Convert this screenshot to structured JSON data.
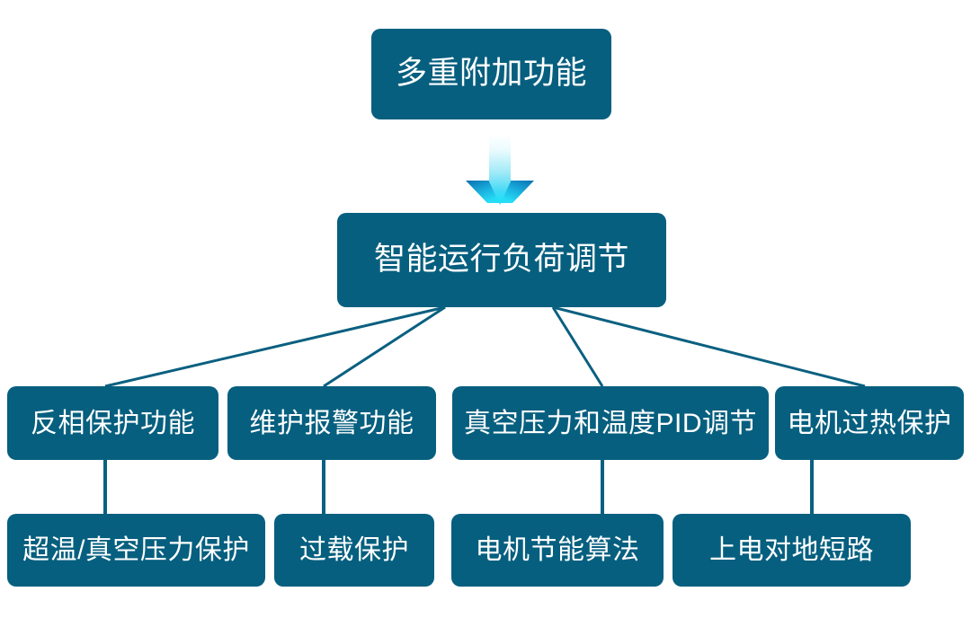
{
  "diagram": {
    "type": "hierarchy-flowchart",
    "title": "多重附加功能",
    "colors": {
      "box_fill": "#065F7F",
      "box_text": "#FFFFFF",
      "connector": "#0A6080",
      "arrow_top": "#FFFFFF",
      "arrow_bottom": "#16E4F7",
      "arrow_wing": "#0B7BB8",
      "background": "#FFFFFF"
    },
    "levels": [
      {
        "level": 1,
        "nodes": [
          {
            "id": "root",
            "label": "多重附加功能"
          }
        ]
      },
      {
        "level": 2,
        "nodes": [
          {
            "id": "l2",
            "label": "智能运行负荷调节"
          }
        ]
      },
      {
        "level": 3,
        "nodes": [
          {
            "id": "l3-0",
            "label": "反相保护功能"
          },
          {
            "id": "l3-1",
            "label": "维护报警功能"
          },
          {
            "id": "l3-2",
            "label": "真空压力和温度PID调节"
          },
          {
            "id": "l3-3",
            "label": "电机过热保护"
          }
        ]
      },
      {
        "level": 4,
        "nodes": [
          {
            "id": "l4-0",
            "label": "超温/真空压力保护"
          },
          {
            "id": "l4-1",
            "label": "过载保护"
          },
          {
            "id": "l4-2",
            "label": "电机节能算法"
          },
          {
            "id": "l4-3",
            "label": "上电对地短路"
          }
        ]
      }
    ],
    "connectors": {
      "arrow": {
        "name": "down-arrow-icon",
        "direction": "down",
        "style": "gradient"
      },
      "edges": [
        {
          "from": "l2",
          "to": "l3-0",
          "style": "diagonal"
        },
        {
          "from": "l2",
          "to": "l3-1",
          "style": "diagonal"
        },
        {
          "from": "l2",
          "to": "l3-2",
          "style": "diagonal"
        },
        {
          "from": "l2",
          "to": "l3-3",
          "style": "diagonal"
        },
        {
          "from": "l3-0",
          "to": "l4-0",
          "style": "vertical"
        },
        {
          "from": "l3-1",
          "to": "l4-1",
          "style": "vertical"
        },
        {
          "from": "l3-2",
          "to": "l4-2",
          "style": "vertical"
        },
        {
          "from": "l3-3",
          "to": "l4-3",
          "style": "vertical"
        }
      ]
    }
  }
}
